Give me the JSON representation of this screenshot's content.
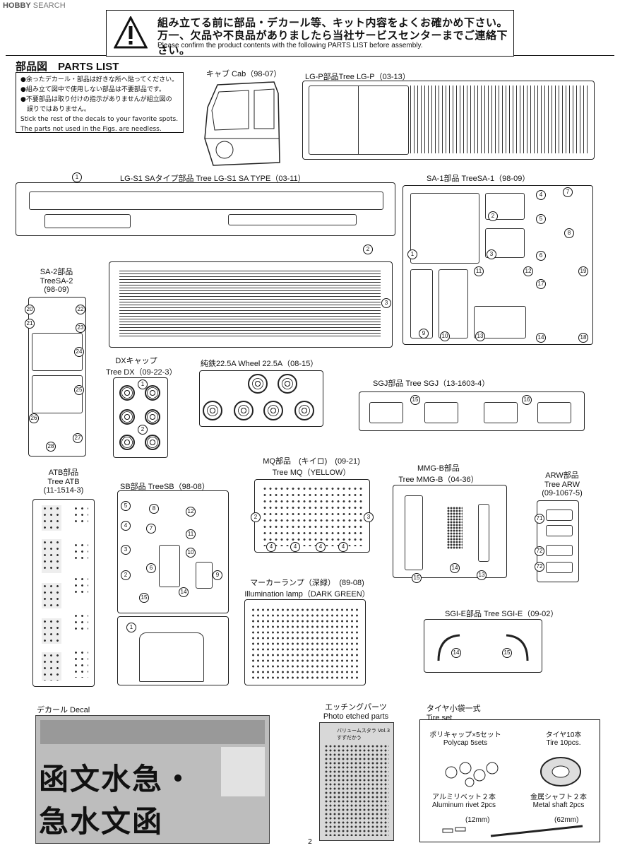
{
  "watermark": {
    "brand": "HOBBY",
    "suffix": "SEARCH"
  },
  "header": {
    "line1": "組み立てる前に部品・デカール等、キット内容をよくお確かめ下さい。",
    "line2": "万一、欠品や不良品がありましたら当社サービスセンターまでご連絡下さい。",
    "line3": "Please confirm the product contents with the following PARTS LIST before assembly.",
    "warning_icon": "warning-triangle-icon"
  },
  "page_title": "部品図　PARTS LIST",
  "notes": [
    "●余ったデカール・部品は好きな所へ貼ってください。",
    "●組み立て図中で使用しない部品は不要部品です。",
    "●不要部品は取り付けの指示がありませんが組立図の",
    "　誤りではありません。",
    "Stick the rest of the decals to your favorite spots.",
    "The parts not used in the Figs. are needless."
  ],
  "trees": {
    "cab": "キャブ Cab（98-07）",
    "lgp": "LG-P部品Tree LG-P（03-13）",
    "lgs1": "LG-S1 SAタイプ部品 Tree LG-S1 SA TYPE（03-11）",
    "sa1": "SA-1部品 TreeSA-1（98-09）",
    "sa2_l1": "SA-2部品",
    "sa2_l2": "TreeSA-2",
    "sa2_l3": "(98-09)",
    "dx_l1": "DXキャップ",
    "dx_l2": "Tree DX（09-22-3）",
    "wheel": "純鉄22.5A Wheel 22.5A（08-15）",
    "sgj": "SGJ部品 Tree SGJ（13-1603-4）",
    "atb_l1": "ATB部品",
    "atb_l2": "Tree ATB",
    "atb_l3": "(11-1514-3)",
    "sb": "SB部品 TreeSB（98-08）",
    "mq_l1": "MQ部品　(キイロ)　(09-21)",
    "mq_l2": "Tree MQ（YELLOW）",
    "mmgb_l1": "MMG-B部品",
    "mmgb_l2": "Tree MMG-B（04-36）",
    "arw_l1": "ARW部品",
    "arw_l2": "Tree ARW",
    "arw_l3": "(09-1067-5)",
    "marker_l1": "マーカーランプ（深緑）　(89-08)",
    "marker_l2": "Illumination lamp（DARK GREEN）",
    "sgie": "SGI-E部品 Tree SGI-E（09-02）"
  },
  "decal": {
    "label": "デカール Decal",
    "big1": "函文水急・",
    "big2": "急水文函"
  },
  "etching": {
    "label_jp": "エッチングパーツ",
    "label_en": "Photo etched parts",
    "sheet_text": "バリュームスタラ Vol.3 すずだかう"
  },
  "tire_set": {
    "label_jp": "タイヤ小袋一式",
    "label_en": "Tire set",
    "polycap_jp": "ポリキャップ×5セット",
    "polycap_en": "Polycap 5sets",
    "tire_jp": "タイヤ10本",
    "tire_en": "Tire 10pcs.",
    "rivet_jp": "アルミリベット２本",
    "rivet_en": "Aluminum rivet 2pcs",
    "rivet_size": "(12mm)",
    "shaft_jp": "金属シャフト２本",
    "shaft_en": "Metal shaft 2pcs",
    "shaft_size": "(62mm)"
  },
  "page_number": "2"
}
